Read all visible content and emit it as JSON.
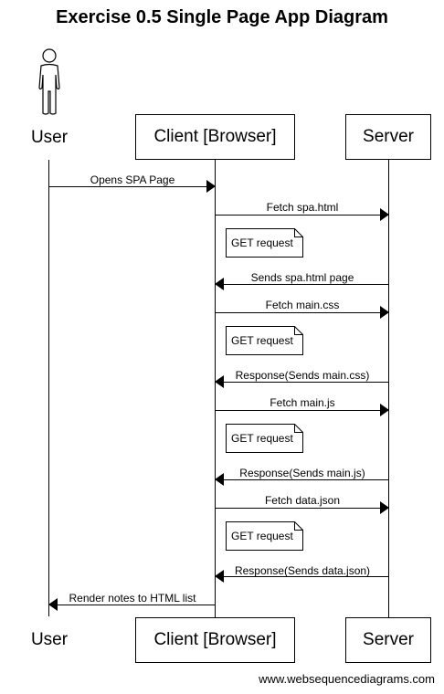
{
  "diagram": {
    "title": "Exercise 0.5 Single Page App Diagram",
    "participants": {
      "user": "User",
      "client": "Client [Browser]",
      "server": "Server"
    },
    "messages": [
      "Opens SPA Page",
      "Fetch spa.html",
      "Sends spa.html page",
      "Fetch main.css",
      "Response(Sends main.css)",
      "Fetch main.js",
      "Response(Sends main.js)",
      "Fetch data.json",
      "Response(Sends data.json)",
      "Render notes to HTML list"
    ],
    "notes": [
      "GET request",
      "GET request",
      "GET request",
      "GET request"
    ],
    "watermark": "www.websequencediagrams.com"
  }
}
